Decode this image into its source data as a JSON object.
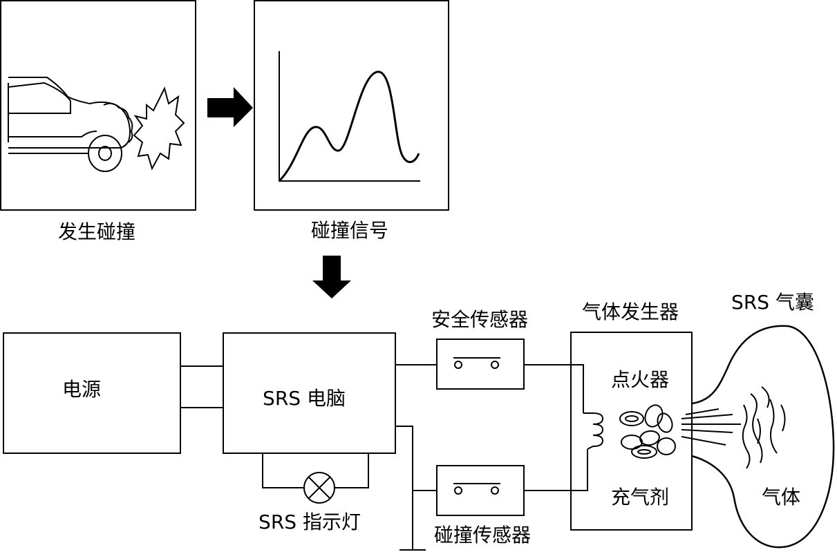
{
  "labels": {
    "collision": "发生碰撞",
    "collision_signal": "碰撞信号",
    "power": "电源",
    "srs_computer": "SRS 电脑",
    "srs_indicator": "SRS 指示灯",
    "safety_sensor": "安全传感器",
    "collision_sensor": "碰撞传感器",
    "gas_generator": "气体发生器",
    "igniter": "点火器",
    "propellant": "充气剂",
    "srs_airbag": "SRS 气囊",
    "gas": "气体"
  },
  "colors": {
    "stroke": "#000000",
    "background": "#ffffff"
  }
}
